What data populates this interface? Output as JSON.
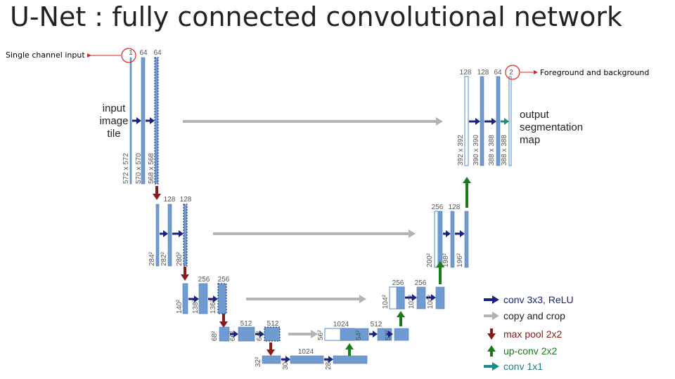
{
  "title": "U-Net : fully connected convolutional network",
  "annotations": {
    "input_note": "Single channel input",
    "output_note": "Foreground and background"
  },
  "labels": {
    "input_tile": [
      "input",
      "image",
      "tile"
    ],
    "output_map": [
      "output",
      "segmentation",
      "map"
    ]
  },
  "channel_labels": [
    "1",
    "64",
    "64",
    "128",
    "128",
    "256",
    "256",
    "512",
    "512",
    "1024",
    "512",
    "256",
    "128",
    "128",
    "64",
    "64",
    "2",
    "1024",
    "512",
    "256"
  ],
  "size_labels": [
    "572 x 572",
    "570 x 570",
    "568 x 568",
    "284²",
    "282²",
    "280²",
    "140²",
    "138²",
    "136²",
    "68²",
    "66²",
    "64²",
    "32²",
    "30²",
    "28²",
    "56²",
    "54²",
    "52²",
    "104²",
    "102²",
    "100²",
    "200²",
    "198²",
    "196²",
    "392 x 392",
    "390 x 390",
    "388 x 388",
    "388 x 388"
  ],
  "legend": [
    {
      "label": "conv 3x3, ReLU",
      "color": "#1a237e"
    },
    {
      "label": "copy and crop",
      "color": "#555555"
    },
    {
      "label": "max pool 2x2",
      "color": "#8b1a1a"
    },
    {
      "label": "up-conv 2x2",
      "color": "#1b7a1b"
    },
    {
      "label": "conv 1x1",
      "color": "#1e7b7b"
    }
  ],
  "colors": {
    "feature_map": "#6f9bd1",
    "conv_arrow": "#1a237e",
    "copy_arrow": "#b3b3b3",
    "pool_arrow": "#8b1a1a",
    "upconv_arrow": "#1b7a1b",
    "conv1x1_arrow": "#1e8a87",
    "highlight": "#e02020"
  }
}
